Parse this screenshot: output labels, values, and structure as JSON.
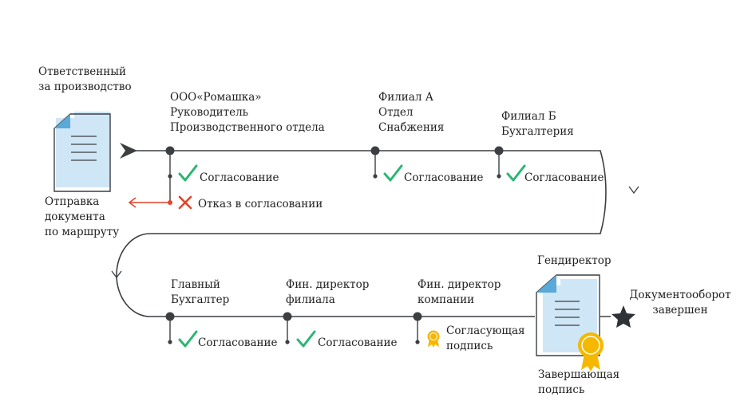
{
  "colors": {
    "line": "#3c3f42",
    "check": "#2bb673",
    "cross": "#e0442b",
    "reject_arrow": "#e0442b",
    "doc_fill": "#cfe6f6",
    "doc_fold": "#5aa9d8",
    "seal": "#f5b800",
    "star": "#2f3337"
  },
  "start": {
    "responsible": "Ответственный\nза производство",
    "dispatch": "Отправка\nдокумента\nпо маршруту"
  },
  "top_stages": [
    {
      "title": "ООО«Ромашка»\nРуководитель\nПроизводственного отдела",
      "result": "Согласование",
      "icon": "check-icon"
    },
    {
      "title": "Филиал А\nОтдел\nСнабжения",
      "result": "Согласование",
      "icon": "check-icon"
    },
    {
      "title": "Филиал Б\nБухгалтерия",
      "result": "Согласование",
      "icon": "check-icon"
    }
  ],
  "rejection": {
    "label": "Отказ в согласовании",
    "icon": "cross-icon"
  },
  "bottom_stages": [
    {
      "title": "Главный\nБухгалтер",
      "result": "Согласование",
      "icon": "check-icon"
    },
    {
      "title": "Фин. директор\nфилиала",
      "result": "Согласование",
      "icon": "check-icon"
    },
    {
      "title": "Фин. директор\nкомпании",
      "result": "Согласующая\nподпись",
      "icon": "seal-icon"
    }
  ],
  "final": {
    "title": "Гендиректор",
    "signature": "Завершающая\nподпись",
    "completed": "Документооборот\nзавершен",
    "icon": "star-icon"
  }
}
